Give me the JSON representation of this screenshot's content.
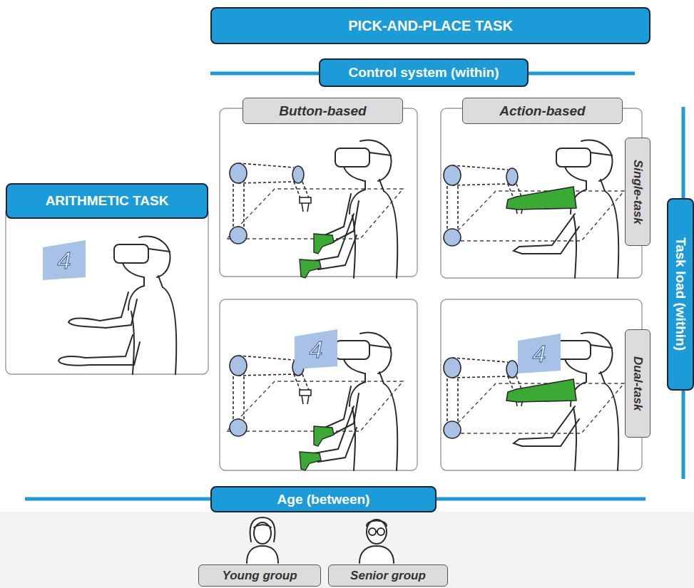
{
  "diagram": {
    "nodes": [
      {
        "text": [
          "PICK-AND-PLACE TASK"
        ]
      },
      {
        "text": [
          "Control system (within)"
        ]
      },
      {
        "text": [
          "Button-based"
        ]
      },
      {
        "text": [
          "Action-based"
        ]
      },
      {
        "text": [
          "ARITHMETIC TASK"
        ]
      },
      {
        "text": [
          "4"
        ]
      },
      {
        "text": [
          "Single-task"
        ]
      },
      {
        "text": [
          "4"
        ]
      },
      {
        "text": [
          "4"
        ]
      },
      {
        "text": [
          "Dual-task"
        ]
      },
      {
        "text": [
          "Task load (within)"
        ]
      },
      {
        "text": [
          "Age (between)"
        ]
      },
      {
        "text": [
          "Young group"
        ]
      },
      {
        "text": [
          "Senior group"
        ]
      }
    ]
  }
}
